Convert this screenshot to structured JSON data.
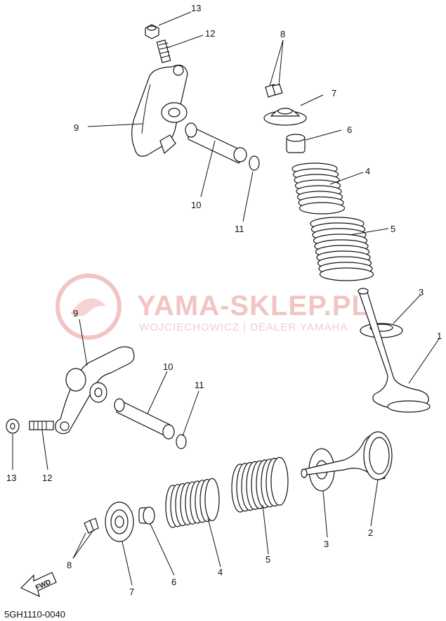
{
  "diagram_code": "5GH1110-0040",
  "watermark": {
    "title": "YAMA-SKLEP.PL",
    "subtitle": "WOJCIECHOWICZ | DEALER YAMAHA"
  },
  "fwd_label": "FWD",
  "labels": {
    "upper": {
      "p1": "1",
      "p3": "3",
      "p4": "4",
      "p5": "5",
      "p6": "6",
      "p7": "7",
      "p8": "8",
      "p9": "9",
      "p10": "10",
      "p11": "11",
      "p12": "12",
      "p13": "13"
    },
    "lower": {
      "p2": "2",
      "p3": "3",
      "p4": "4",
      "p5": "5",
      "p6": "6",
      "p7": "7",
      "p8": "8",
      "p9": "9",
      "p10": "10",
      "p11": "11",
      "p12": "12",
      "p13": "13"
    }
  }
}
